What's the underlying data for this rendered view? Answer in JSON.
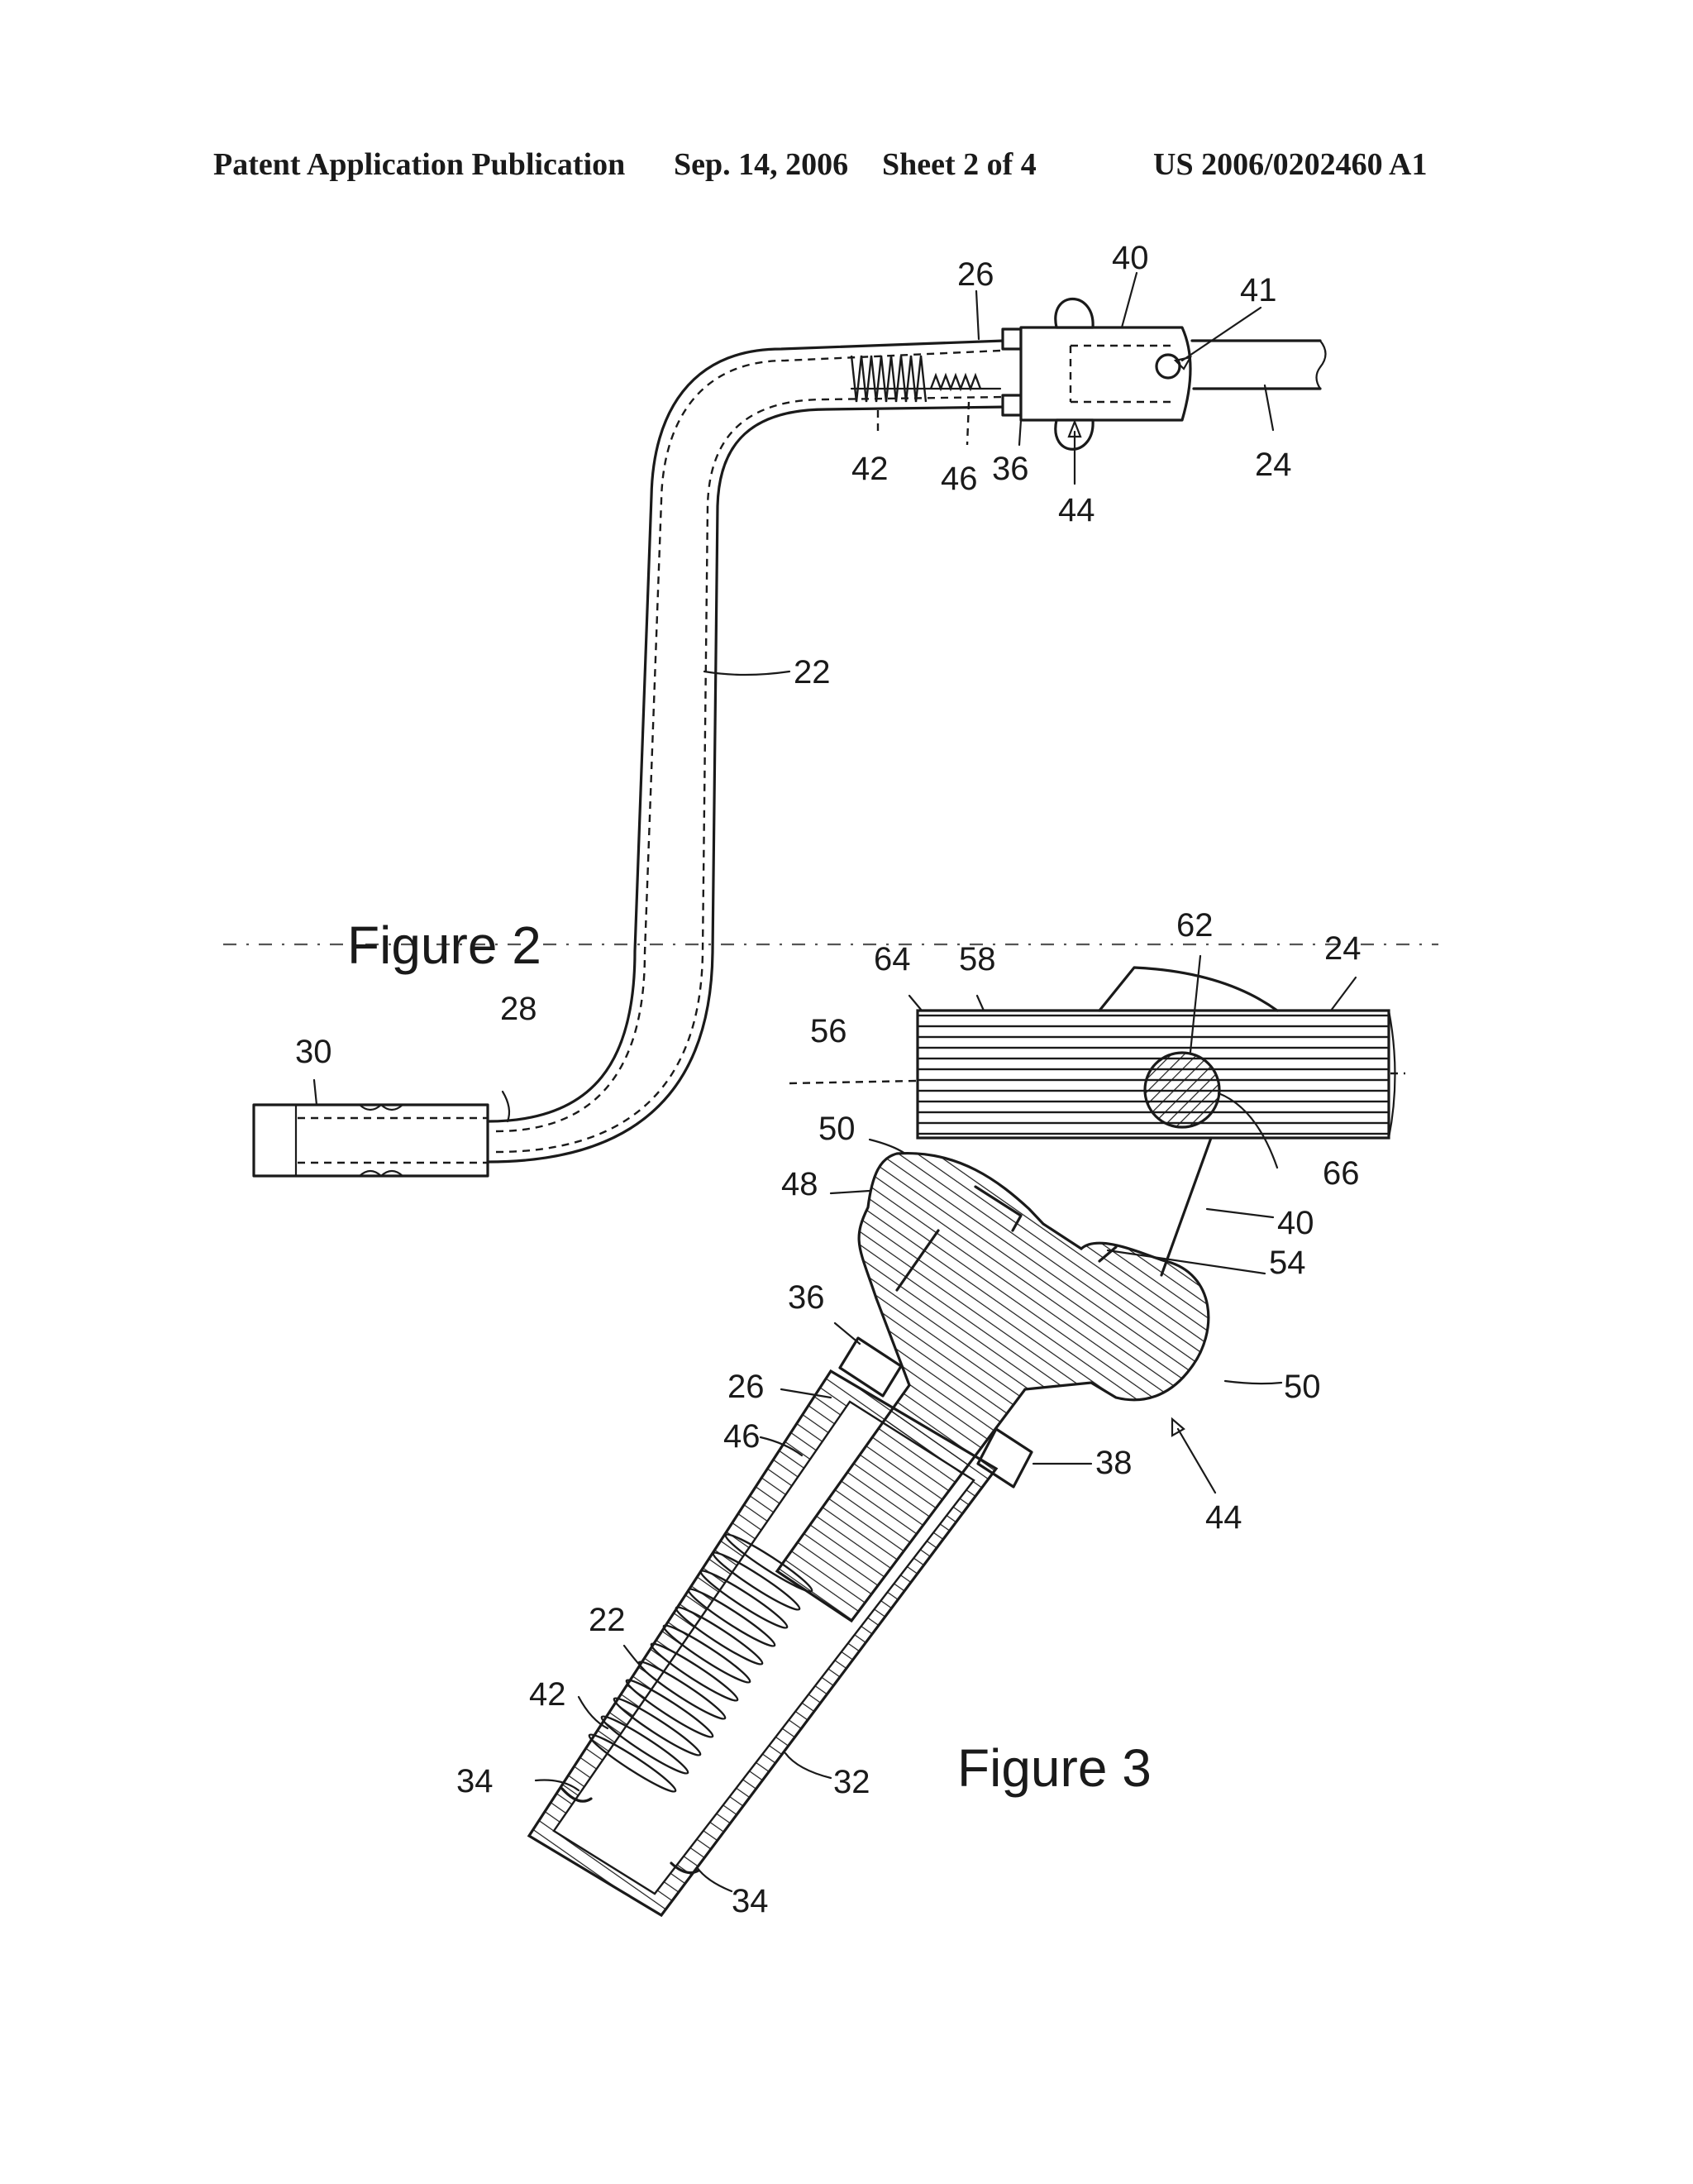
{
  "header": {
    "publication": "Patent Application Publication",
    "date": "Sep. 14, 2006",
    "sheet": "Sheet 2 of 4",
    "patent_number": "US 2006/0202460 A1"
  },
  "figures": [
    {
      "label": "Figure 2",
      "reference_numerals": [
        "26",
        "40",
        "41",
        "42",
        "46",
        "36",
        "44",
        "24",
        "22",
        "28",
        "30"
      ]
    },
    {
      "label": "Figure 3",
      "reference_numerals": [
        "62",
        "24",
        "64",
        "58",
        "56",
        "50",
        "66",
        "48",
        "40",
        "54",
        "36",
        "50",
        "26",
        "46",
        "38",
        "44",
        "22",
        "42",
        "34",
        "32",
        "34"
      ]
    }
  ]
}
